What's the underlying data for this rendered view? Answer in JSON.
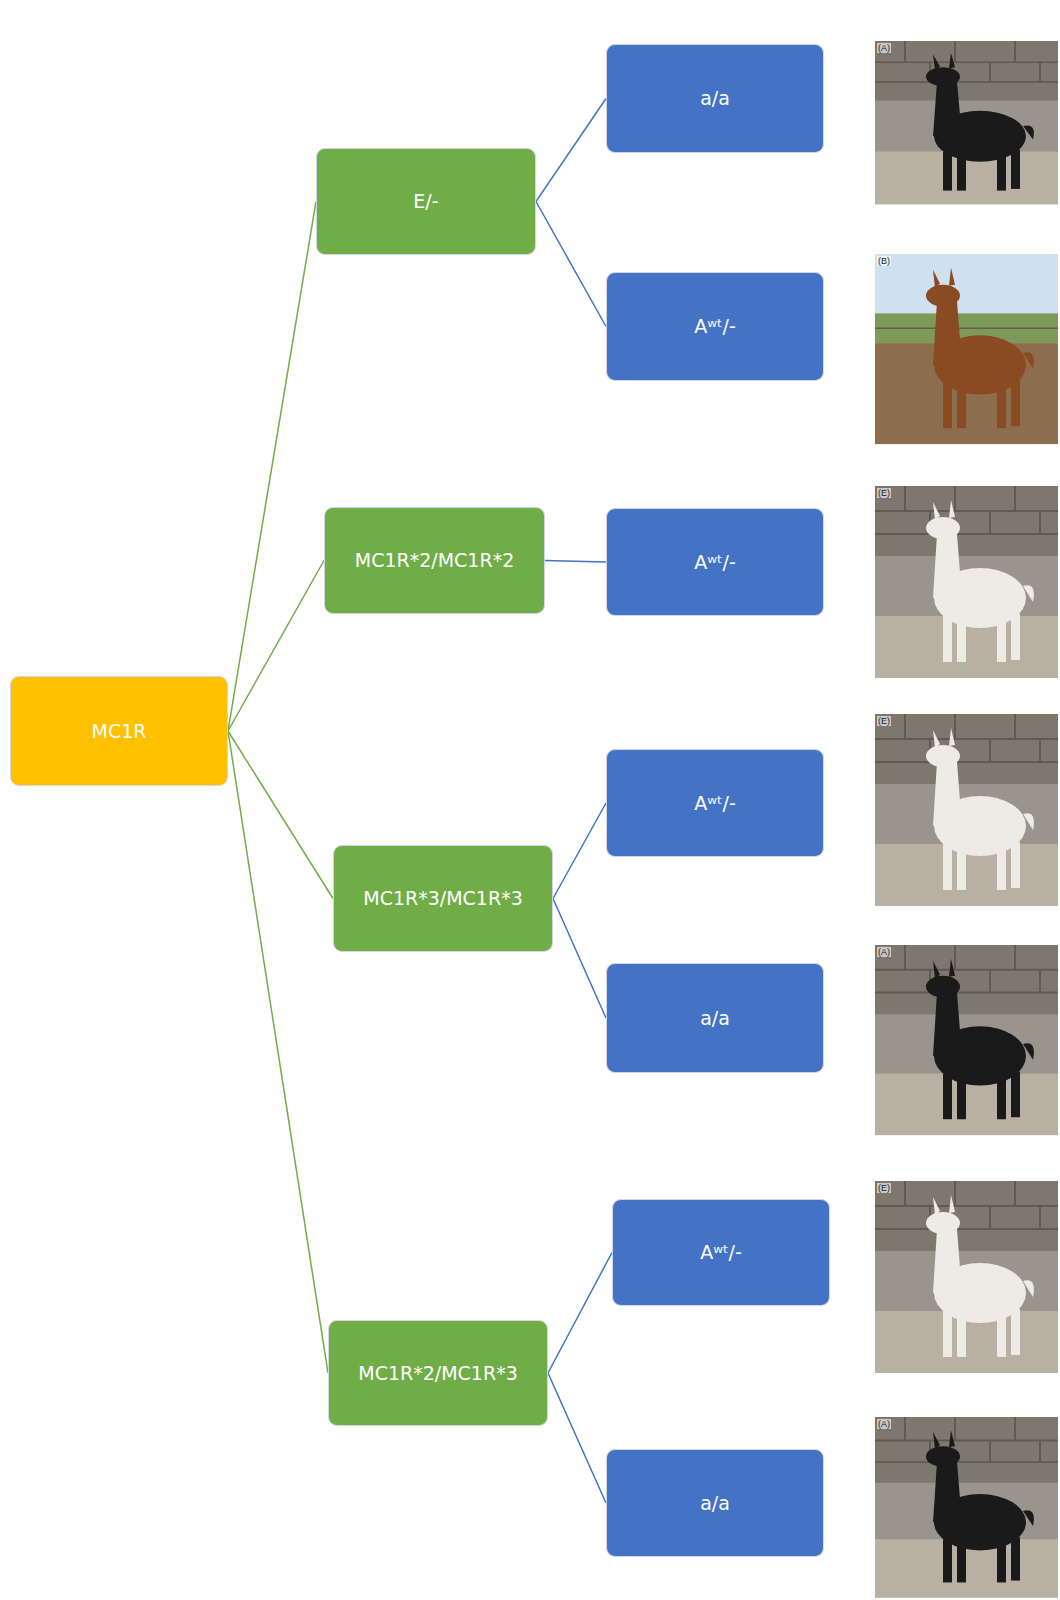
{
  "diagram": {
    "nodes": [
      {
        "text": [
          "MC1R"
        ]
      },
      {
        "text": [
          "E/-"
        ]
      },
      {
        "text": [
          "MC1R*2/MC1R*2"
        ]
      },
      {
        "text": [
          "MC1R*3/MC1R*3"
        ]
      },
      {
        "text": [
          "MC1R*2/MC1R*3"
        ]
      },
      {
        "text": [
          "a/a"
        ]
      },
      {
        "text": [
          "Aʷᵗ/-"
        ]
      },
      {
        "text": [
          "Aʷᵗ/-"
        ]
      },
      {
        "text": [
          "Aʷᵗ/-"
        ]
      },
      {
        "text": [
          "a/a"
        ]
      },
      {
        "text": [
          "Aʷᵗ/-"
        ]
      },
      {
        "text": [
          "a/a"
        ]
      }
    ],
    "edges": [
      {
        "from": 0,
        "to": 1,
        "arrow": "none"
      },
      {
        "from": 0,
        "to": 2,
        "arrow": "none"
      },
      {
        "from": 0,
        "to": 3,
        "arrow": "none"
      },
      {
        "from": 0,
        "to": 4,
        "arrow": "none"
      },
      {
        "from": 1,
        "to": 5,
        "arrow": "none"
      },
      {
        "from": 1,
        "to": 6,
        "arrow": "none"
      },
      {
        "from": 2,
        "to": 7,
        "arrow": "none"
      },
      {
        "from": 3,
        "to": 8,
        "arrow": "none"
      },
      {
        "from": 3,
        "to": 9,
        "arrow": "none"
      },
      {
        "from": 4,
        "to": 10,
        "arrow": "none"
      },
      {
        "from": 4,
        "to": 11,
        "arrow": "none"
      }
    ],
    "labels": [
      "(A)",
      "(B)",
      "(E)",
      "(E)",
      "(A)",
      "(E)",
      "(A)"
    ]
  }
}
